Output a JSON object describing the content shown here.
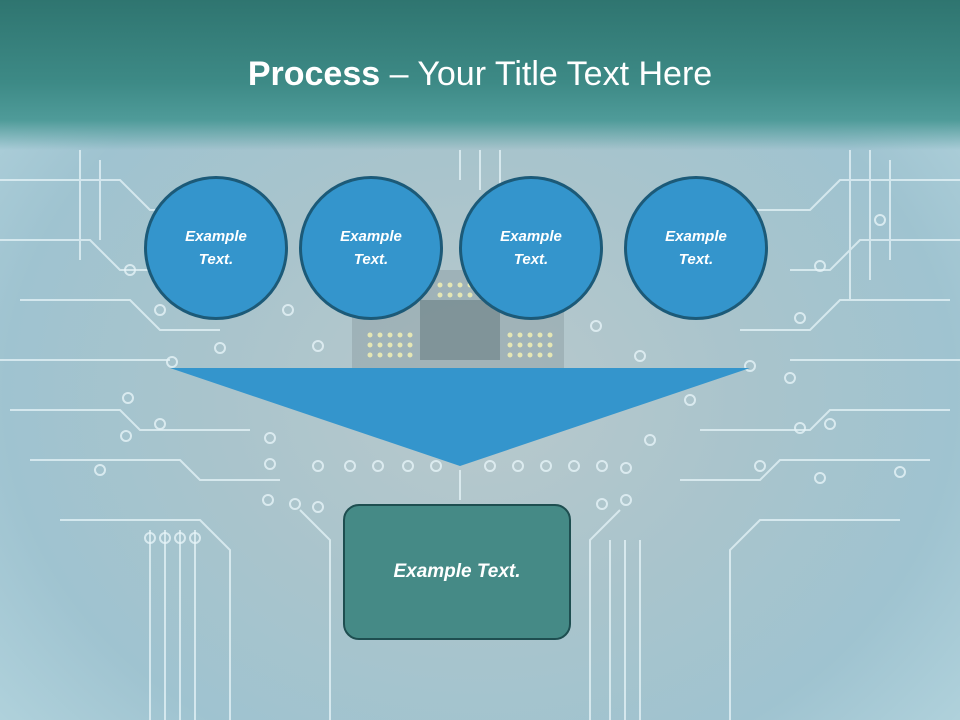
{
  "slide": {
    "title_bold": "Process",
    "title_rest": " – Your Title Text Here",
    "circles": [
      {
        "label": "Example Text."
      },
      {
        "label": "Example Text."
      },
      {
        "label": "Example Text."
      },
      {
        "label": "Example Text."
      }
    ],
    "result_label": "Example Text."
  },
  "colors": {
    "header": "#3d8a86",
    "circle_fill": "#3495cc",
    "circle_border": "#1c5a78",
    "funnel": "#3495cc",
    "result_fill": "#458a86"
  }
}
